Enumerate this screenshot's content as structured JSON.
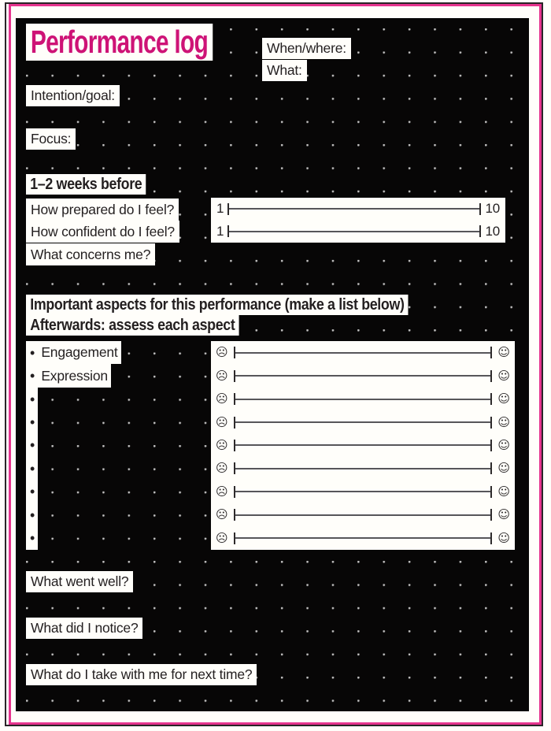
{
  "colors": {
    "accent_pink": "#ce1376",
    "border_pink": "#e6348e",
    "dark_line": "#2a2527",
    "page_white": "#FFFEFA",
    "content_black": "#070606",
    "line_gray": "#57565a"
  },
  "header": {
    "title": "Performance log",
    "when_where_label": "When/where:",
    "what_label": "What:",
    "intention_label": "Intention/goal:",
    "focus_label": "Focus:"
  },
  "before_section": {
    "heading": "1–2 weeks before",
    "scales": [
      {
        "label": "How prepared do I feel?",
        "min": "1",
        "max": "10"
      },
      {
        "label": "How confident do I feel?",
        "min": "1",
        "max": "10"
      }
    ],
    "concerns_label": "What concerns me?"
  },
  "aspects_section": {
    "heading_line1": "Important aspects for this performance (make a list below)",
    "heading_line2": "Afterwards: assess each aspect",
    "bullet_char": "•",
    "negative_face": "☹",
    "positive_face": "☺",
    "rows": [
      {
        "label": "Engagement"
      },
      {
        "label": "Expression"
      },
      {
        "label": ""
      },
      {
        "label": ""
      },
      {
        "label": ""
      },
      {
        "label": ""
      },
      {
        "label": ""
      },
      {
        "label": ""
      },
      {
        "label": ""
      }
    ]
  },
  "reflection_section": {
    "went_well_label": "What went well?",
    "noticed_label": "What did I notice?",
    "next_time_label": "What do I take with me for next time?"
  }
}
